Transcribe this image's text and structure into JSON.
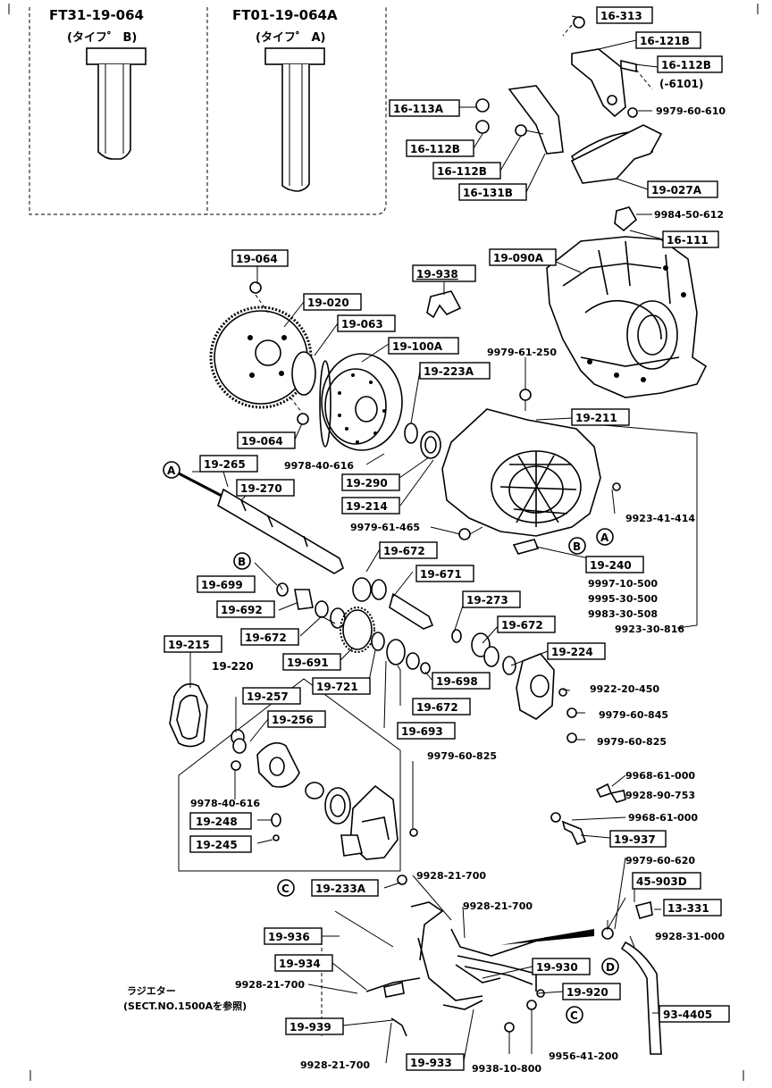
{
  "tools": {
    "left": {
      "code": "FT31-19-064",
      "type": "(タイフ゜ B)"
    },
    "right": {
      "code": "FT01-19-064A",
      "type": "(タイフ゜ A)"
    }
  },
  "labels": {
    "p16_313": "16-313",
    "p16_121B": "16-121B",
    "p16_112B_top": "16-112B",
    "p6101": "(-6101)",
    "p9979_60_610": "9979-60-610",
    "p16_113A": "16-113A",
    "p16_112B_a": "16-112B",
    "p16_112B_b": "16-112B",
    "p16_131B": "16-131B",
    "p19_027A": "19-027A",
    "p9984_50_612": "9984-50-612",
    "p16_111": "16-111",
    "p19_064_top": "19-064",
    "p19_938": "19-938",
    "p19_090A": "19-090A",
    "p19_020": "19-020",
    "p19_063": "19-063",
    "p19_100A": "19-100A",
    "p9979_61_250": "9979-61-250",
    "p19_223A": "19-223A",
    "p19_211": "19-211",
    "p19_064_bot": "19-064",
    "p19_265": "19-265",
    "p9978_40_616_a": "9978-40-616",
    "p19_270": "19-270",
    "p19_290": "19-290",
    "p19_214": "19-214",
    "p9923_41_414": "9923-41-414",
    "p9979_61_465": "9979-61-465",
    "p19_672_a": "19-672",
    "p19_240": "19-240",
    "p19_699": "19-699",
    "p19_671": "19-671",
    "p9997_10_500": "9997-10-500",
    "p9995_30_500": "9995-30-500",
    "p19_692": "19-692",
    "p19_273": "19-273",
    "p9983_30_508": "9983-30-508",
    "p19_672_b": "19-672",
    "p9923_30_816": "9923-30-816",
    "p19_215": "19-215",
    "p19_672_c": "19-672",
    "p19_224": "19-224",
    "p19_691": "19-691",
    "p19_220": "19-220",
    "p19_721": "19-721",
    "p19_698": "19-698",
    "p9922_20_450": "9922-20-450",
    "p19_257": "19-257",
    "p19_672_d": "19-672",
    "p9979_60_845": "9979-60-845",
    "p19_256": "19-256",
    "p19_693": "19-693",
    "p9979_60_825_a": "9979-60-825",
    "p9979_60_825_b": "9979-60-825",
    "p9968_61_000_a": "9968-61-000",
    "p9928_90_753": "9928-90-753",
    "p9978_40_616_b": "9978-40-616",
    "p9968_61_000_b": "9968-61-000",
    "p19_248": "19-248",
    "p19_937": "19-937",
    "p19_245": "19-245",
    "p9979_60_620": "9979-60-620",
    "p9928_21_700_a": "9928-21-700",
    "p45_903D": "45-903D",
    "p19_233A": "19-233A",
    "p9928_21_700_b": "9928-21-700",
    "p13_331": "13-331",
    "p19_936": "19-936",
    "p9928_31_000": "9928-31-000",
    "p19_934": "19-934",
    "p19_930": "19-930",
    "p9928_21_700_c": "9928-21-700",
    "p19_920": "19-920",
    "radiator1": "ラジエター",
    "radiator2": "(SECT.NO.1500Aを参照)",
    "p19_939": "19-939",
    "p93_4405": "93-4405",
    "p9956_41_200": "9956-41-200",
    "p9928_21_700_d": "9928-21-700",
    "p19_933": "19-933",
    "p9938_10_800": "9938-10-800"
  },
  "callouts": {
    "a": "A",
    "b": "B",
    "c": "C",
    "d": "D"
  }
}
